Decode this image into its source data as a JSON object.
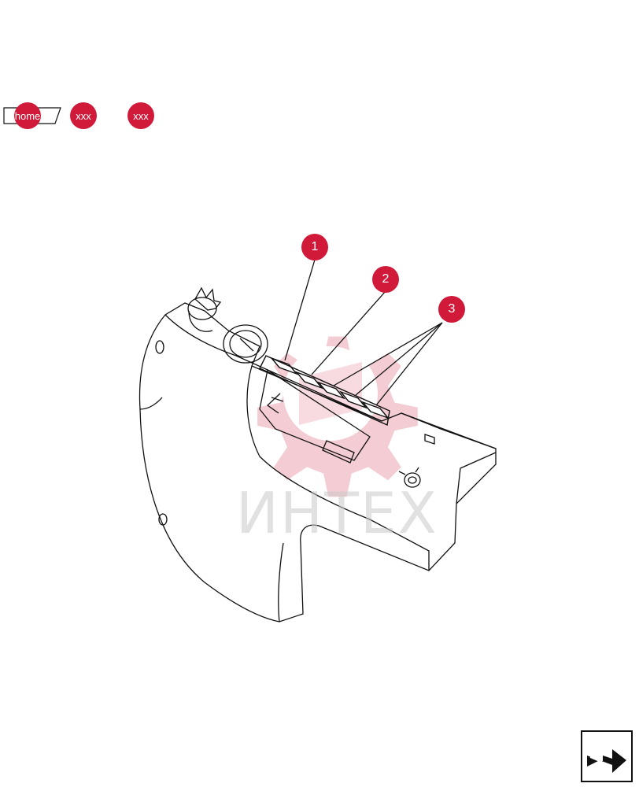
{
  "nav": {
    "home_label": "home",
    "xxx1_label": "xxx",
    "xxx2_label": "xxx"
  },
  "callouts": [
    {
      "label": "1"
    },
    {
      "label": "2"
    },
    {
      "label": "3"
    }
  ],
  "watermark": {
    "text": "ИНТЕХ"
  },
  "colors": {
    "accent": "#d11a3a",
    "line": "#111111",
    "watermark": "#e8e8e8"
  },
  "icons": {
    "next": "arrow-next-icon"
  }
}
